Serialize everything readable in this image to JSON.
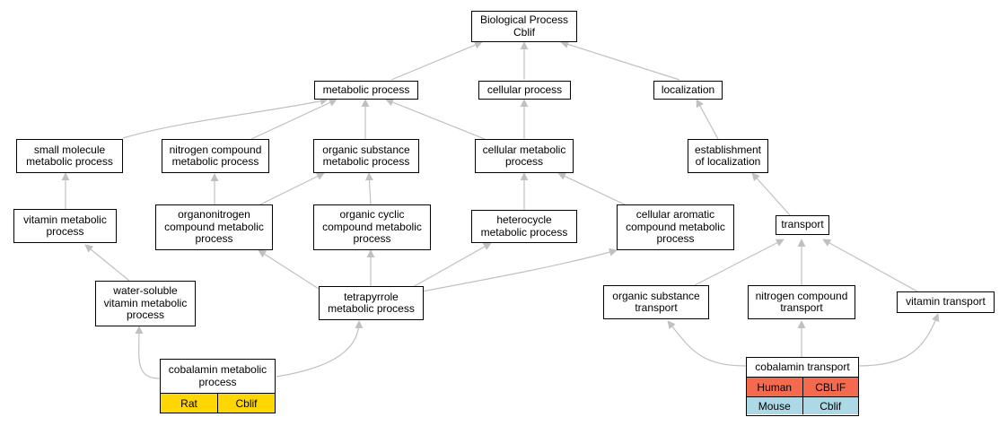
{
  "colors": {
    "edge": "#c0c0c0",
    "rat": "#ffd700",
    "human": "#f46a4e",
    "mouse": "#add8e6"
  },
  "nodes": {
    "root": "Biological Process\nCblif",
    "metabolic": "metabolic process",
    "cellular": "cellular process",
    "localization": "localization",
    "small_molecule": "small molecule\nmetabolic process",
    "nitrogen_compound_metabolic": "nitrogen compound\nmetabolic process",
    "organic_substance_metabolic": "organic substance\nmetabolic process",
    "cellular_metabolic": "cellular metabolic\nprocess",
    "establishment": "establishment\nof localization",
    "vitamin_metabolic": "vitamin metabolic\nprocess",
    "organonitrogen": "organonitrogen\ncompound metabolic\nprocess",
    "organic_cyclic": "organic cyclic\ncompound metabolic\nprocess",
    "heterocycle": "heterocycle\nmetabolic process",
    "cellular_aromatic": "cellular aromatic\ncompound metabolic\nprocess",
    "transport": "transport",
    "water_soluble": "water-soluble\nvitamin metabolic\nprocess",
    "tetrapyrrole": "tetrapyrrole\nmetabolic process",
    "organic_substance_transport": "organic substance\ntransport",
    "nitrogen_compound_transport": "nitrogen compound\ntransport",
    "vitamin_transport": "vitamin transport"
  },
  "cobalamin_metabolic": {
    "title": "cobalamin metabolic\nprocess",
    "rows": [
      {
        "species": "Rat",
        "gene": "Cblif",
        "color": "#ffd700"
      }
    ]
  },
  "cobalamin_transport": {
    "title": "cobalamin transport",
    "rows": [
      {
        "species": "Human",
        "gene": "CBLIF",
        "color": "#f46a4e"
      },
      {
        "species": "Mouse",
        "gene": "Cblif",
        "color": "#add8e6"
      }
    ]
  }
}
